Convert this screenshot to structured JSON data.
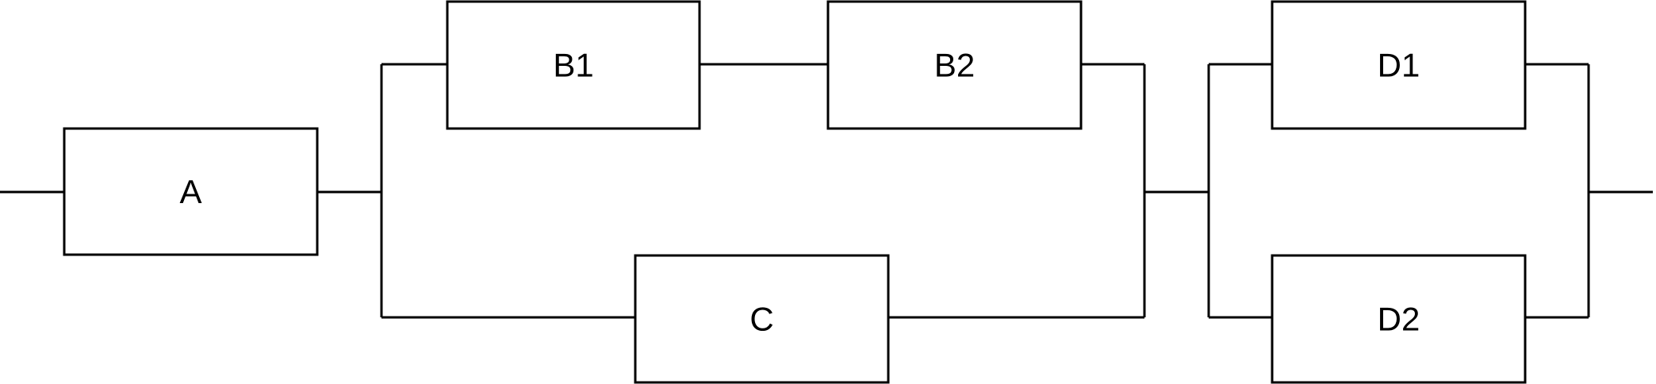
{
  "diagram": {
    "blocks": {
      "a": "A",
      "b1": "B1",
      "b2": "B2",
      "c": "C",
      "d1": "D1",
      "d2": "D2"
    },
    "colors": {
      "line": "#000000",
      "box_fill": "#ffffff",
      "background": "#ffffff"
    }
  }
}
